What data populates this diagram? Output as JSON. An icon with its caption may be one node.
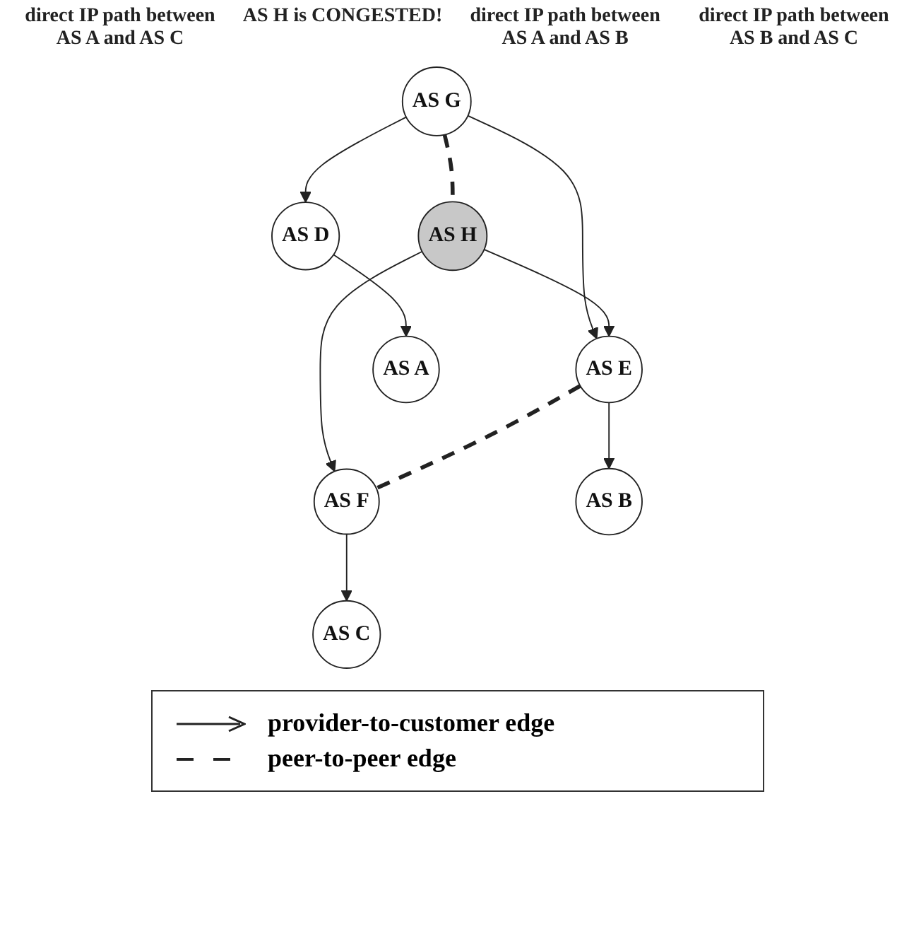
{
  "diagram": {
    "nodes": [
      {
        "text": [
          "AS G"
        ]
      },
      {
        "text": [
          "AS H"
        ]
      },
      {
        "text": [
          "AS D"
        ]
      },
      {
        "text": [
          "AS E"
        ]
      },
      {
        "text": [
          "AS F"
        ]
      },
      {
        "text": [
          "AS A"
        ]
      },
      {
        "text": [
          "AS B"
        ]
      },
      {
        "text": [
          "AS C"
        ]
      }
    ],
    "edges": [
      {
        "from": 0,
        "to": 1,
        "arrow": "none",
        "style": "dashed"
      },
      {
        "from": 0,
        "to": 2,
        "arrow": "to"
      },
      {
        "from": 0,
        "to": 3,
        "arrow": "to"
      },
      {
        "from": 1,
        "to": 3,
        "arrow": "to"
      },
      {
        "from": 1,
        "to": 4,
        "arrow": "to"
      },
      {
        "from": 3,
        "to": 4,
        "arrow": "none",
        "style": "dashed"
      },
      {
        "from": 2,
        "to": 5,
        "arrow": "to"
      },
      {
        "from": 3,
        "to": 6,
        "arrow": "to"
      },
      {
        "from": 4,
        "to": 7,
        "arrow": "to"
      }
    ],
    "labels": [
      "direct IP path between AS A and AS C",
      "AS H is CONGESTED!",
      "direct IP path between AS A and AS B",
      "direct IP path between AS B and AS C"
    ],
    "legend": [
      {
        "text": "provider-to-customer edge"
      },
      {
        "text": "peer-to-peer edge"
      }
    ]
  }
}
